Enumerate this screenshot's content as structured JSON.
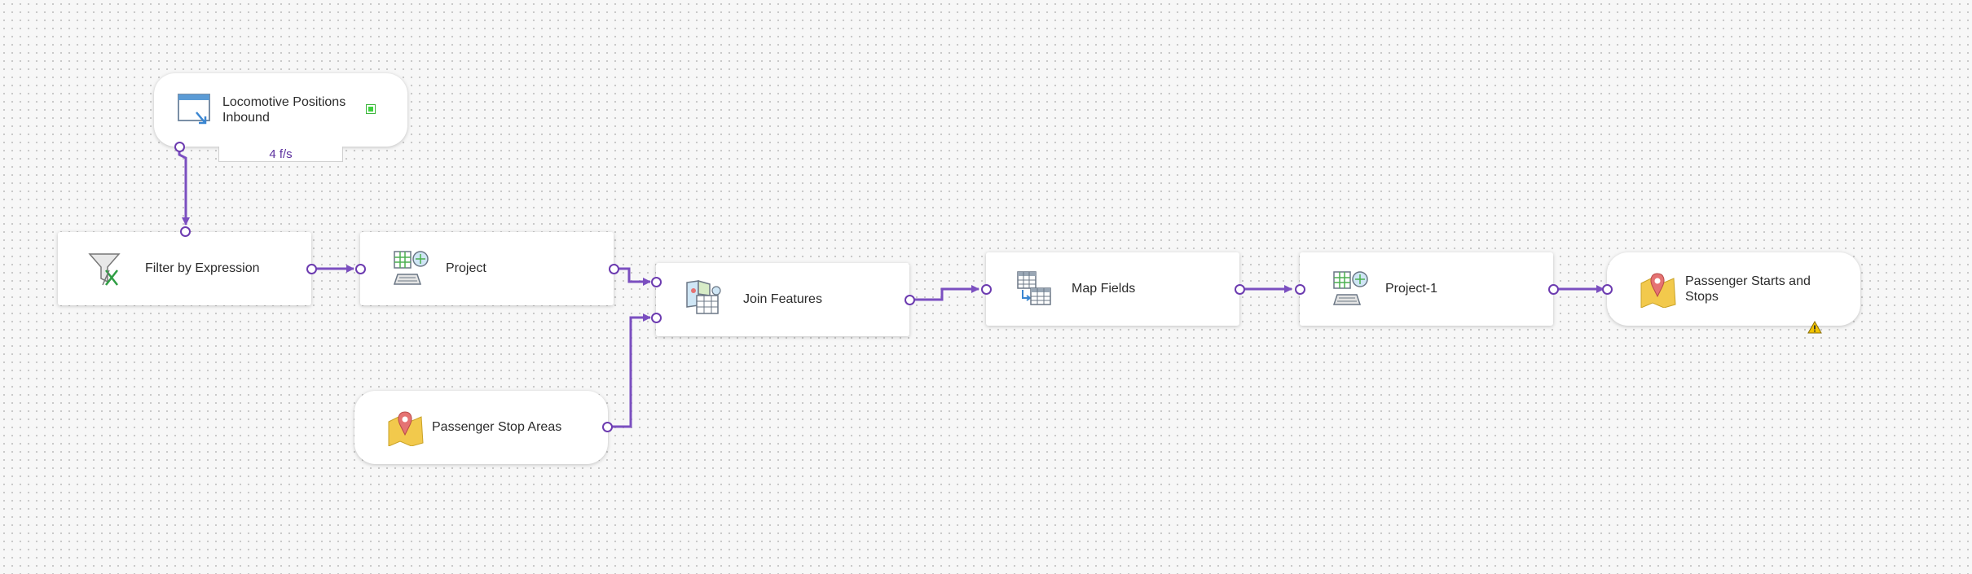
{
  "colors": {
    "wire": "#7b4fc0",
    "wire_dark": "#6c3bb0",
    "status_green": "#3cd23c",
    "warning": "#f2c400"
  },
  "nodes": {
    "locomotive": {
      "label": "Locomotive Positions Inbound",
      "icon": "feed-icon",
      "rate": "4 f/s"
    },
    "filter": {
      "label": "Filter by Expression",
      "icon": "filter-expression-icon"
    },
    "project": {
      "label": "Project",
      "icon": "project-icon"
    },
    "join": {
      "label": "Join Features",
      "icon": "join-features-icon"
    },
    "stop_areas": {
      "label": "Passenger Stop Areas",
      "icon": "feature-layer-icon"
    },
    "map_fields": {
      "label": "Map Fields",
      "icon": "map-fields-icon"
    },
    "project1": {
      "label": "Project-1",
      "icon": "project-icon"
    },
    "output": {
      "label": "Passenger Starts and Stops",
      "icon": "feature-layer-icon",
      "warning": true
    }
  }
}
